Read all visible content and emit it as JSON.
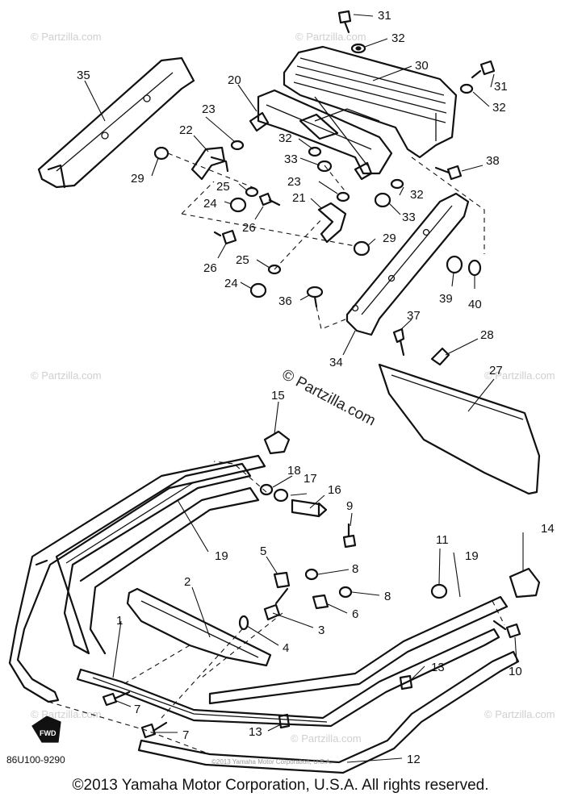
{
  "watermark_small": "© Partzilla.com",
  "watermark_center": "© Partzilla.com",
  "diagram_code": "86U100-9290",
  "fwd_label": "FWD",
  "inline_copyright": "©2013 Yamaha Motor Corporation, U.S.A.",
  "footer": "©2013 Yamaha Motor Corporation, U.S.A. All rights reserved.",
  "callouts": {
    "n1": "1",
    "n2": "2",
    "n3": "3",
    "n4": "4",
    "n5": "5",
    "n6": "6",
    "n7a": "7",
    "n7b": "7",
    "n8a": "8",
    "n8b": "8",
    "n9": "9",
    "n10": "10",
    "n11": "11",
    "n12": "12",
    "n13a": "13",
    "n13b": "13",
    "n14": "14",
    "n15": "15",
    "n16": "16",
    "n17": "17",
    "n18": "18",
    "n19a": "19",
    "n19b": "19",
    "n20": "20",
    "n21": "21",
    "n22": "22",
    "n23a": "23",
    "n23b": "23",
    "n24a": "24",
    "n24b": "24",
    "n25a": "25",
    "n25b": "25",
    "n26a": "26",
    "n26b": "26",
    "n27": "27",
    "n28": "28",
    "n29a": "29",
    "n29b": "29",
    "n30": "30",
    "n31a": "31",
    "n31b": "31",
    "n32a": "32",
    "n32b": "32",
    "n32c": "32",
    "n32d": "32",
    "n33a": "33",
    "n33b": "33",
    "n34": "34",
    "n35": "35",
    "n36": "36",
    "n37": "37",
    "n38": "38",
    "n39": "39",
    "n40": "40"
  }
}
